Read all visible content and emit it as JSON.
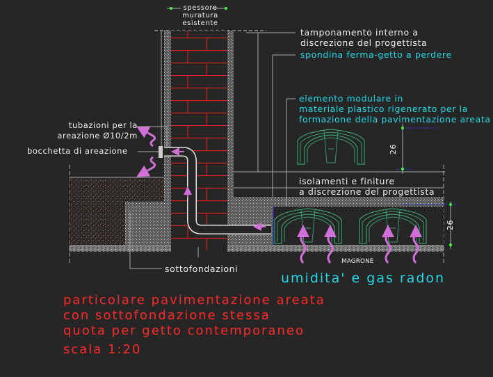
{
  "labels": {
    "wall_thickness": [
      "spessore",
      "muratura",
      "esistente"
    ],
    "internal_infill": [
      "tamponamento interno a",
      "discrezione del progettista"
    ],
    "formwork_edge": "spondina ferma-getto a perdere",
    "modular_element": [
      "elemento modulare in",
      "materiale plastico rigenerato per la",
      "formazione della pavimentazione areata"
    ],
    "pipes": [
      "tubazioni per la",
      "areazione Ø10/2m"
    ],
    "vent": "bocchetta di areazione",
    "insulation": [
      "isolamenti e finiture",
      "a discrezione del progettista"
    ],
    "subfoundation": "sottofondazioni",
    "lean_concrete": "MAGRONE",
    "humidity": "umidita' e gas radon",
    "dim_module": "26",
    "dim_slab": "26"
  },
  "title": [
    "particolare pavimentazione areata",
    "con sottofondazione stessa",
    "quota per getto contemporaneo",
    "scala 1:20"
  ],
  "colors": {
    "background": "#262626",
    "brick": "#d42020",
    "module": "#3a9a6a",
    "arrow": "#d070d8",
    "cyan": "#22d8e6",
    "title": "#ff2a2a"
  }
}
